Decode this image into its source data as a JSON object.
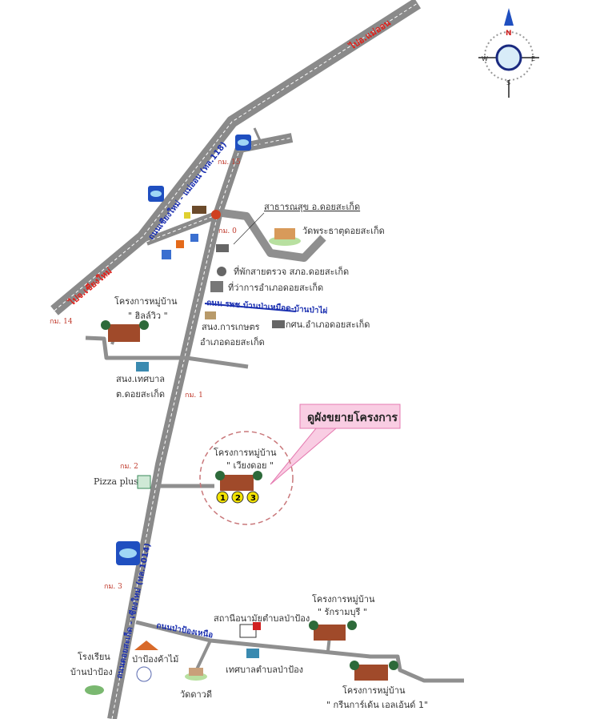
{
  "compass": {
    "n": "N",
    "s": "S",
    "e": "E",
    "w": "W"
  },
  "directions": {
    "to_chiangmai": "ไปจ.เชียงใหม่",
    "to_maejo": "ไปอ.แม่ออน"
  },
  "roads": {
    "highway": "ถนนเชียงใหม่ - แม่ออน (ทล.118)",
    "main": "ถนนดอยสะเก็ด - เชียงใหม่ (ทล.1014)",
    "side_blue": "ถนน รพช.บ้านป่าเหมือด-บ้านป่าไผ่",
    "lower_blue": "ถนนป่าป้องเหนือ"
  },
  "km_markers": [
    "กม. 15",
    "กม. 0",
    "กม. 14",
    "กม. 1",
    "กม. 2",
    "กม. 3"
  ],
  "places": {
    "health_office": "สาธารณสุข อ.ดอยสะเก็ด",
    "temple_doisaket": "วัดพระธาตุดอยสะเก็ด",
    "police": "ที่พักสายตรวจ สภอ.ดอยสะเก็ด",
    "district_office": "ที่ว่าการอำเภอดอยสะเก็ด",
    "agri_office": "สนง.การเกษตร",
    "agri_office_2": "อำเภอดอยสะเก็ด",
    "nfe_office": "กศน.อำเภอดอยสะเก็ด",
    "village_hillview": "โครงการหมู่บ้าน",
    "village_hillview_name": "\" ฮิลล์วิว \"",
    "municipal": "สนง.เทศบาล",
    "municipal_2": "ต.ดอยสะเก็ด",
    "village_wiangdoi": "โครงการหมู่บ้าน",
    "village_wiangdoi_name": "\" เวียงดอย \"",
    "pizza": "Pizza plus",
    "health_station": "สถานีอนามัยตำบลป่าป้อง",
    "village_rakrami": "โครงการหมู่บ้าน",
    "village_rakrami_name": "\" รักรามบุรี \"",
    "school": "โรงเรียน",
    "school_2": "บ้านป่าป้อง",
    "nursery": "ป่าป้องค้าไม้",
    "municipal_papong": "เทศบาลตำบลป่าป้อง",
    "temple_dawadi": "วัดดาวดี",
    "village_green": "โครงการหมู่บ้าน",
    "village_green_name": "\" กรีนการ์เด้น เอลเอ้นด์ 1\""
  },
  "callout": "ดูผังขยายโครงการ",
  "phases": [
    "1",
    "2",
    "3"
  ],
  "colors": {
    "road": "#8f8f8f",
    "road_line": "#ffffff",
    "blue_label": "#1a2fb0",
    "callout_bg": "#f9cde3",
    "callout_border": "#e57ab0"
  }
}
